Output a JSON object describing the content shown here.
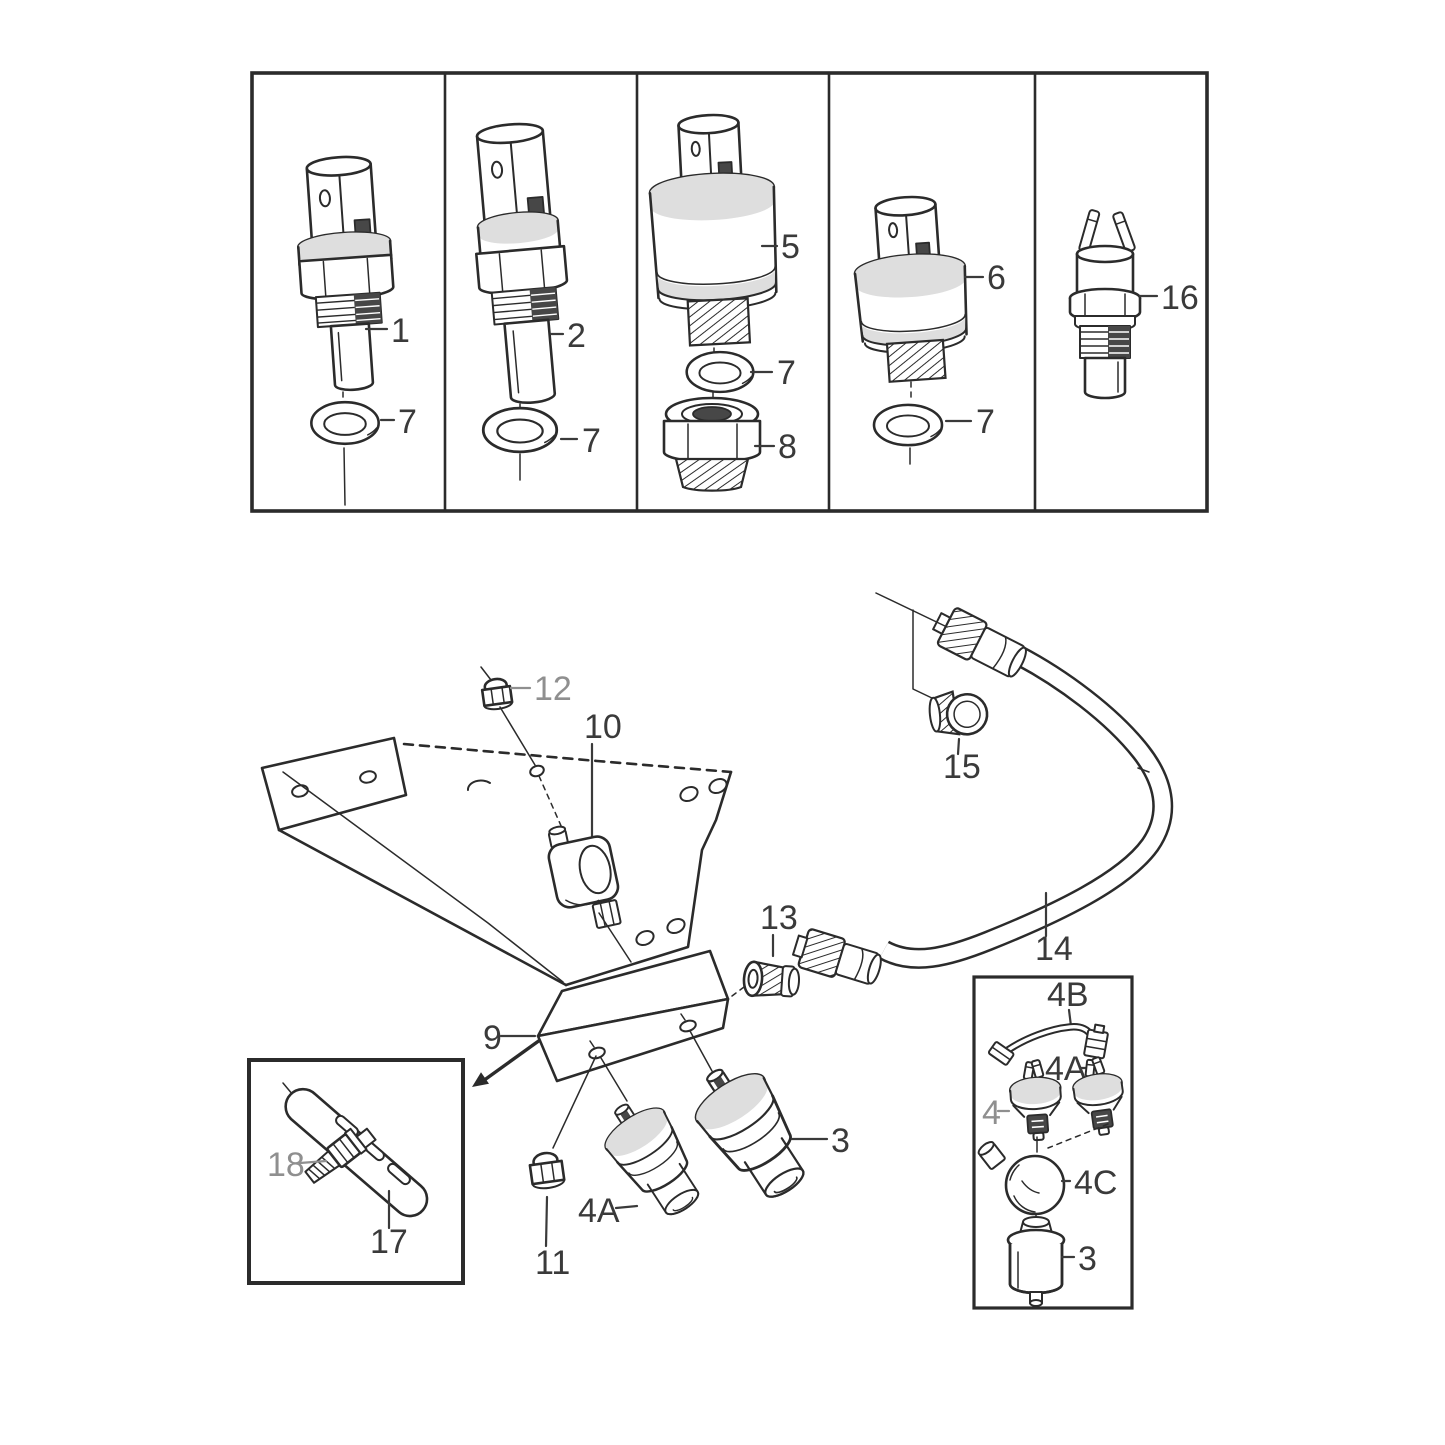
{
  "figure": {
    "kind": "exploded-parts-line-diagram",
    "subject": "engine sensors, senders, sealing washers, bracket and oil pressure hose"
  },
  "colors": {
    "background": "#ffffff",
    "line": "#2b2b2b",
    "label": "#3a3a3a",
    "muted_label": "#8f8f8f",
    "shade": "#dedede",
    "dark_fill": "#474747"
  },
  "labels": {
    "p1_part": "1",
    "p1_washer": "7",
    "p2_part": "2",
    "p2_washer": "7",
    "p3_part": "5",
    "p3_washer": "7",
    "p3_adapter": "8",
    "p4_part": "6",
    "p4_washer": "7",
    "p5_part": "16",
    "nut12": "12",
    "sensor10": "10",
    "block9": "9",
    "union13": "13",
    "hose14": "14",
    "plug15": "15",
    "nut11": "11",
    "sender4a_main": "4A",
    "sender3_main": "3",
    "arm17": "17",
    "bolt18": "18",
    "kit_harness4b": "4B",
    "kit_sender4a": "4A",
    "kit_part4": "4",
    "kit_round4c": "4C",
    "kit_sender3": "3"
  }
}
